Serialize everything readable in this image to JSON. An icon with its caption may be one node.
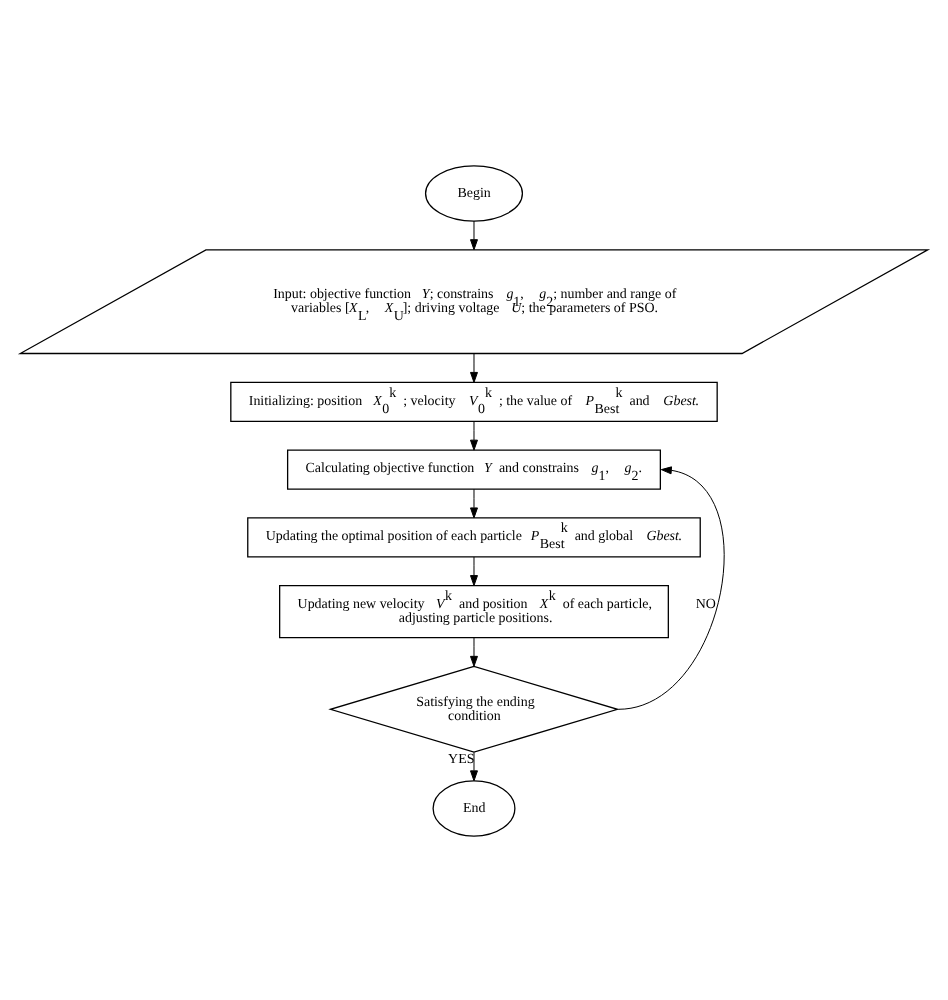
{
  "diagram": {
    "nodes": [
      {
        "text": [
          "Begin"
        ]
      },
      {
        "text": [
          "Input: objective function *Y*; constrains *g*$_{1}$, *g*$_{2}$; number and range of variables [*X*$_{L}$, *X*$_{U}$]; driving voltage *U*; the parameters of PSO."
        ]
      },
      {
        "text": [
          "Initializing: position *X*$_{0}$$^{k}$ ; velocity *V*$_{0}$$^{k}$ ; the value of *P*$_{Best}$$^{k}$ and *Gbest*."
        ]
      },
      {
        "text": [
          "Calculating objective function *Y* and constrains *g*$_{1}$, *g*$_{2}$."
        ]
      },
      {
        "text": [
          "Updating the optimal position of each particle *P*$_{Best}$$^{k}$ and global *Gbest*."
        ]
      },
      {
        "text": [
          "Updating new velocity *V*$^{k}$ and position *X*$^{k}$ of each particle, adjusting particle positions."
        ]
      },
      {
        "text": [
          "Satisfying the ending condition"
        ]
      },
      {
        "text": [
          "End"
        ]
      }
    ],
    "edges": [
      {
        "from": 0,
        "to": 1,
        "arrow": "to"
      },
      {
        "from": 1,
        "to": 2,
        "arrow": "to"
      },
      {
        "from": 2,
        "to": 3,
        "arrow": "to"
      },
      {
        "from": 3,
        "to": 4,
        "arrow": "to"
      },
      {
        "from": 4,
        "to": 5,
        "arrow": "to"
      },
      {
        "from": 5,
        "to": 6,
        "arrow": "to"
      },
      {
        "from": 6,
        "to": 3,
        "arrow": "to",
        "label": "NO"
      },
      {
        "from": 6,
        "to": 7,
        "arrow": "to",
        "label": "YES"
      }
    ]
  }
}
